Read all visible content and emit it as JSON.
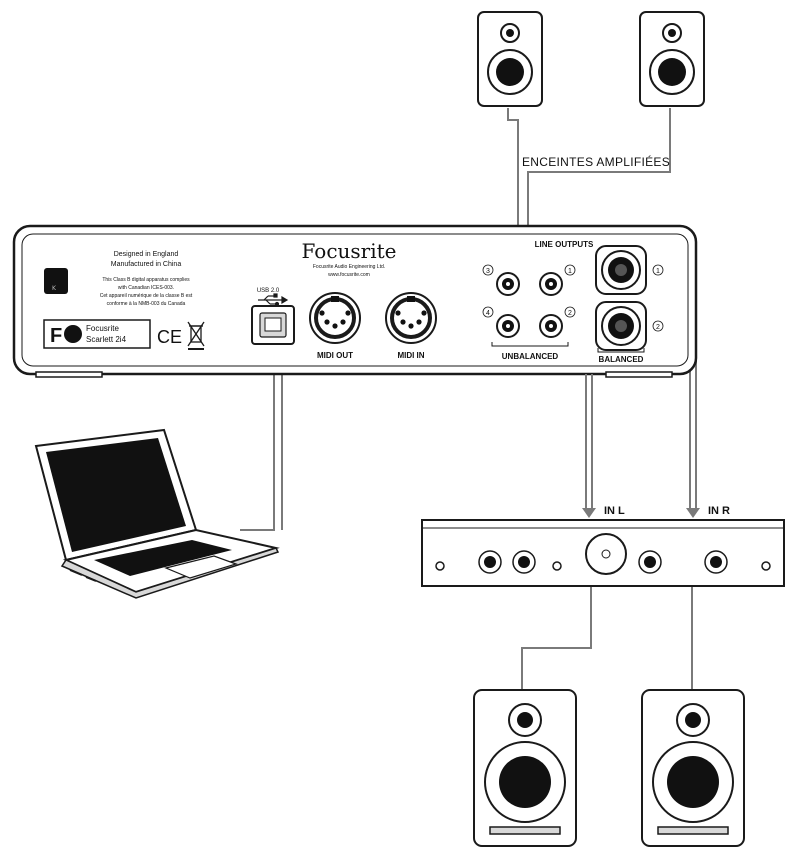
{
  "labels": {
    "powered_speakers": "ENCEINTES AMPLIFIÉES",
    "in_left": "IN L",
    "in_right": "IN R"
  },
  "interface": {
    "brand": "Focusrite",
    "brand_sub": "Focusrite Audio Engineering Ltd.",
    "website": "www.focusrite.com",
    "designed": "Designed in England",
    "manufactured": "Manufactured in China",
    "compliance_1": "This Class B digital apparatus complies",
    "compliance_2": "with Canadian ICES-003.",
    "compliance_3": "Cet appareil numérique de la classe B est",
    "compliance_4": "conforme à la NMB-003 du Canada",
    "badge_line1": "Focusrite",
    "badge_line2": "Scarlett 2i4",
    "ce_mark": "CE",
    "usb_label": "USB 2.0",
    "midi_out": "MIDI OUT",
    "midi_in": "MIDI IN",
    "line_outputs": "LINE OUTPUTS",
    "unbalanced": "UNBALANCED",
    "balanced": "BALANCED",
    "rca_numbers": [
      "3",
      "1",
      "4",
      "2"
    ],
    "trs_numbers": [
      "1",
      "2"
    ]
  },
  "colors": {
    "line": "#1a1a1a",
    "cable": "#7a7a7a",
    "fill_dark": "#111111",
    "panel_gray": "#d8d8d8"
  }
}
